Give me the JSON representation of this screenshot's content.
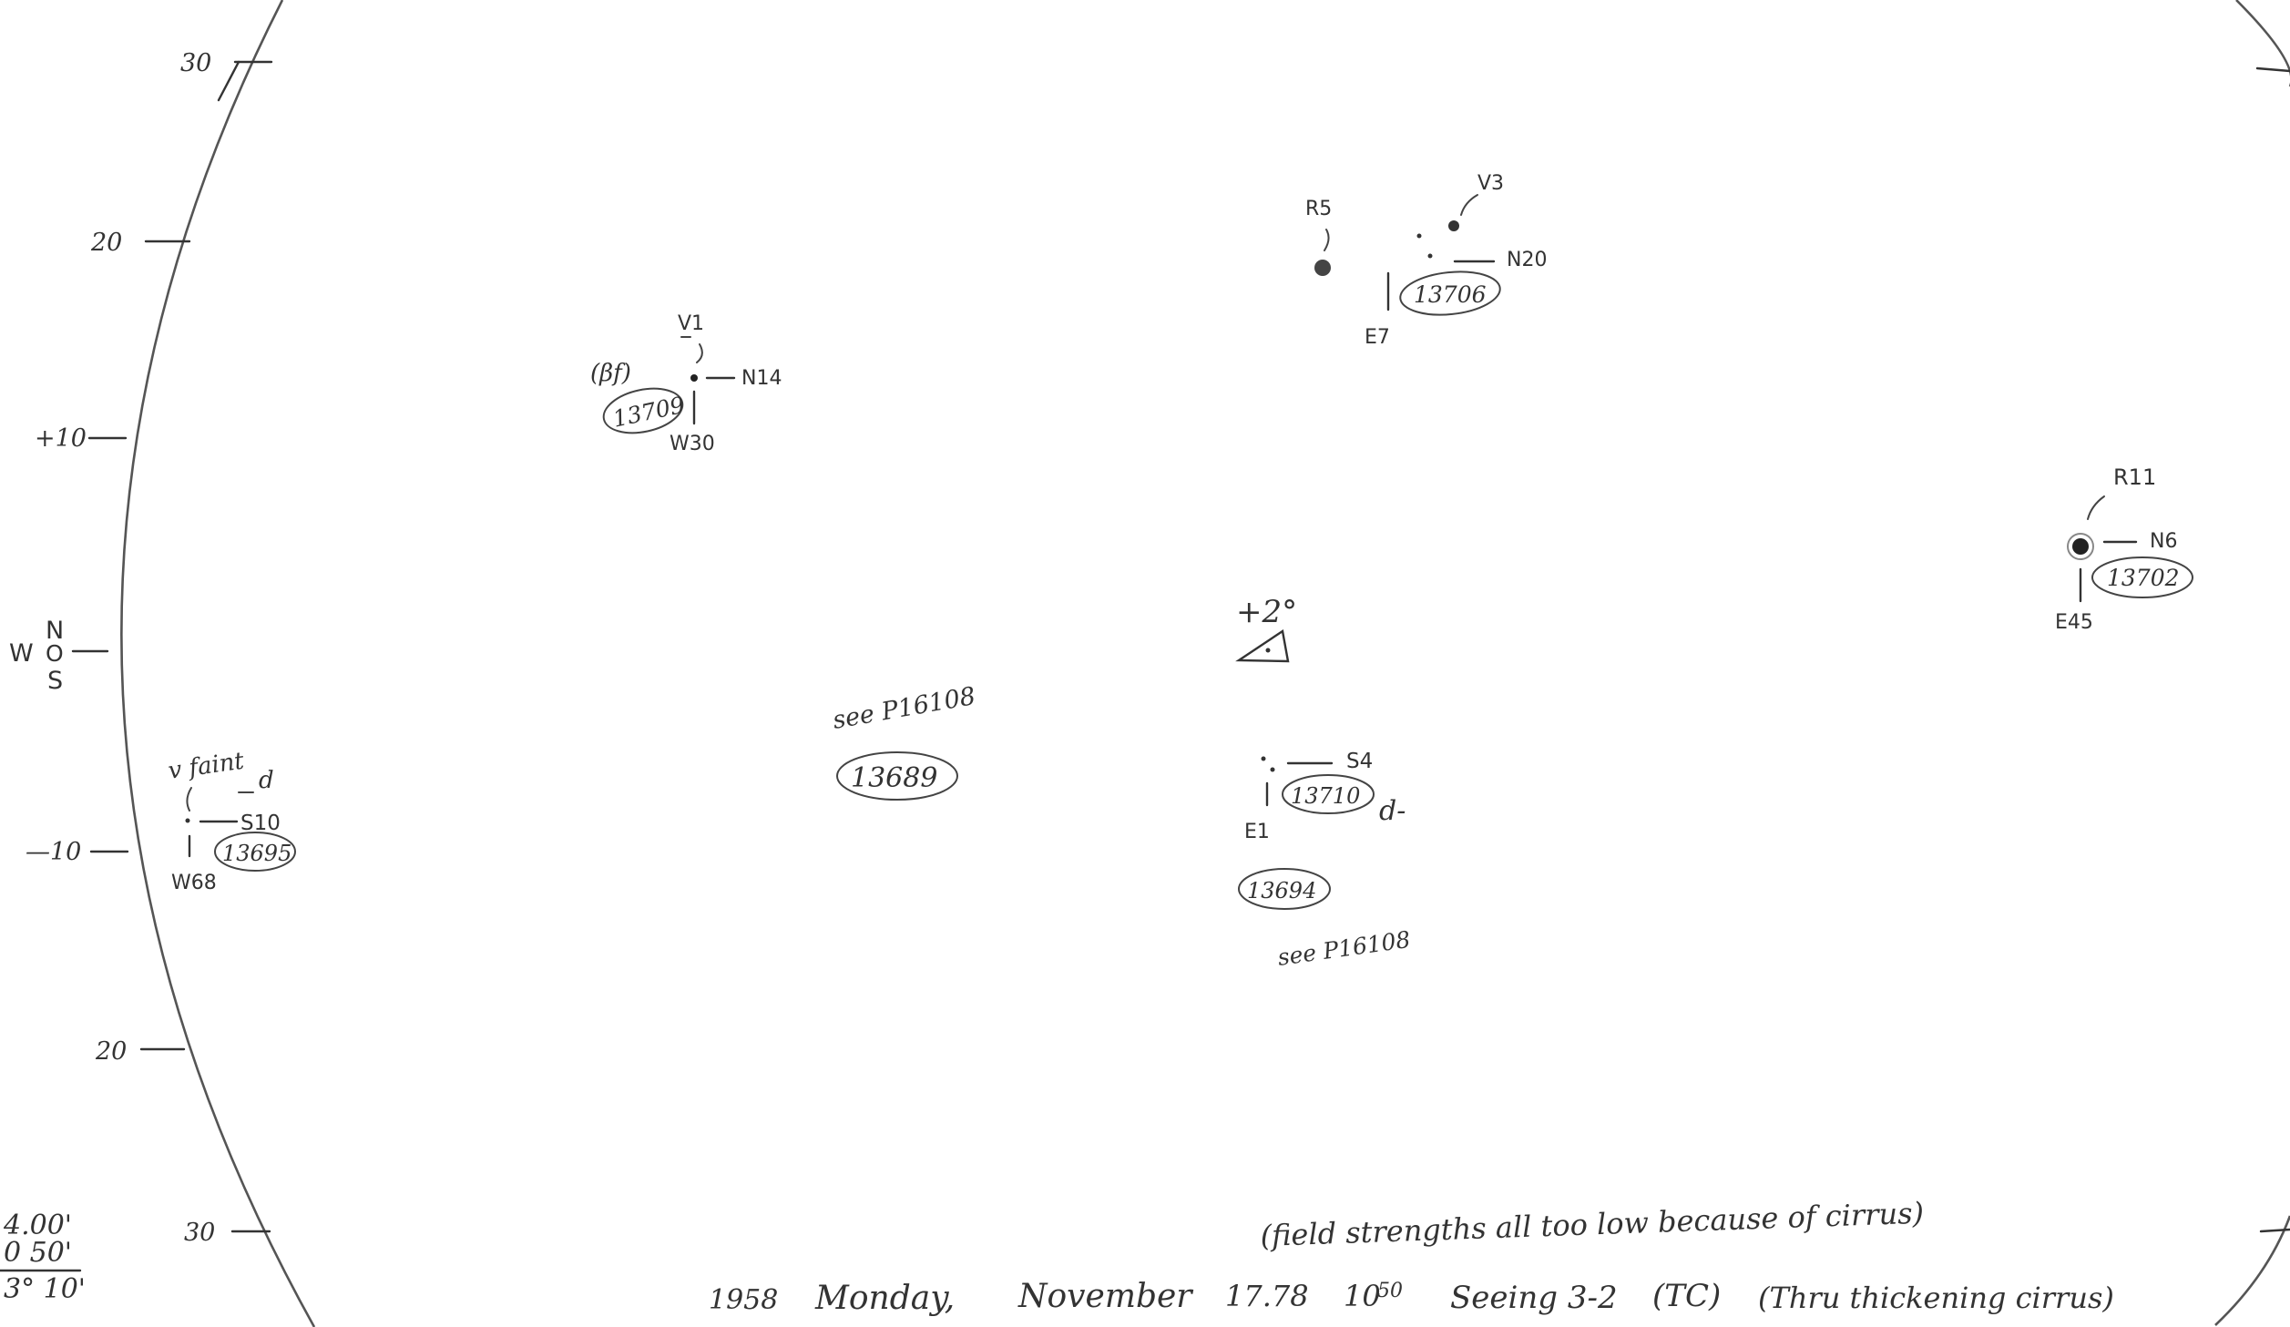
{
  "scale": {
    "north": [
      "30",
      "20",
      "+10"
    ],
    "south": [
      "—10",
      "20",
      "30"
    ],
    "compass": {
      "n": "N",
      "w": "W",
      "o": "O",
      "s": "S"
    }
  },
  "groups": [
    {
      "number": "13709",
      "spot_class": "V1",
      "ns": "N14",
      "ew": "W30",
      "note": "(βf)"
    },
    {
      "number": "13706",
      "spot_class": "V3",
      "spot_class_2": "R5",
      "ns": "N20",
      "ew": "E7"
    },
    {
      "number": "13702",
      "spot_class": "R11",
      "ns": "N6",
      "ew": "E45"
    },
    {
      "number": "13695",
      "note": "v faint",
      "mark": "d",
      "ns": "S10",
      "ew": "W68"
    },
    {
      "number": "13689",
      "note": "see P16108"
    },
    {
      "number": "13710",
      "ns": "S4",
      "ew": "E1",
      "mark": "d-"
    },
    {
      "number": "13694",
      "note": "see P16108"
    }
  ],
  "center": {
    "label": "+2°"
  },
  "angles": {
    "a": "4.00'",
    "b": "0 50'",
    "c": "3° 10'"
  },
  "footer": {
    "year": "1958",
    "day": "Monday,",
    "month": "November",
    "date": "17.78",
    "time": "10",
    "time_sup": "50",
    "seeing": "Seeing 3-2",
    "tc": "(TC)",
    "thru": "(Thru thickening cirrus)",
    "remark": "(field strengths all too low because of cirrus)"
  }
}
